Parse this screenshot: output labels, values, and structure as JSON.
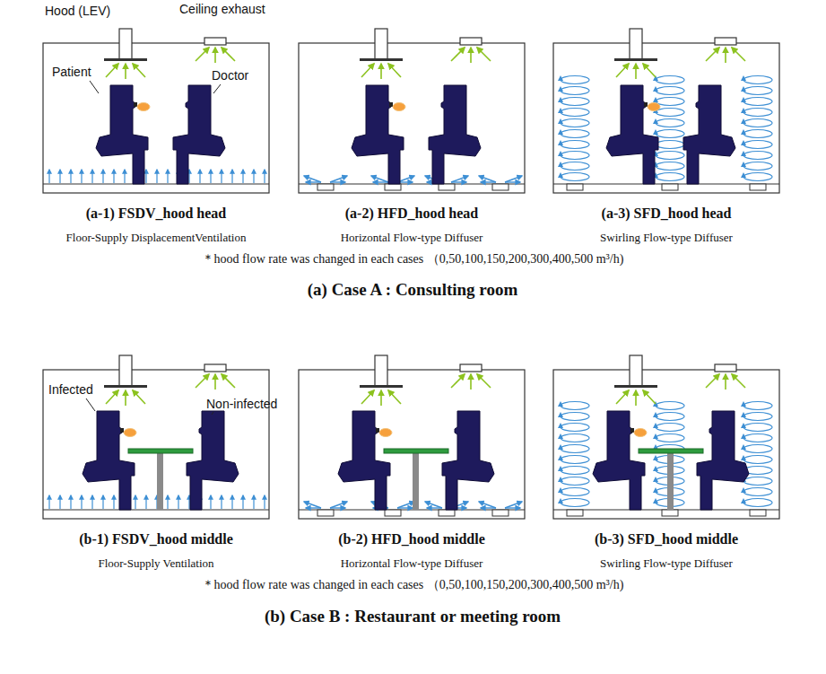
{
  "diagram": {
    "labels": [
      "Hood (LEV)",
      "Ceiling exhaust",
      "Patient",
      "Doctor",
      "(a-1) FSDV_hood head",
      "Floor-Supply DisplacementVentilation",
      "(a-2) HFD_hood head",
      "Horizontal Flow-type Diffuser",
      "(a-3) SFD_hood head",
      "Swirling Flow-type Diffuser",
      "＊hood flow rate was changed in each cases （0,50,100,150,200,300,400,500 m³/h)",
      "(a)  Case A : Consulting room",
      "Infected",
      "Non-infected",
      "(b-1) FSDV_hood middle",
      "Floor-Supply Ventilation",
      "(b-2) HFD_hood middle",
      "Horizontal Flow-type Diffuser",
      "(b-3) SFD_hood middle",
      "Swirling Flow-type Diffuser",
      "＊hood flow rate was changed in each cases （0,50,100,150,200,300,400,500 m³/h)",
      "(b)  Case B : Restaurant or meeting room"
    ]
  }
}
